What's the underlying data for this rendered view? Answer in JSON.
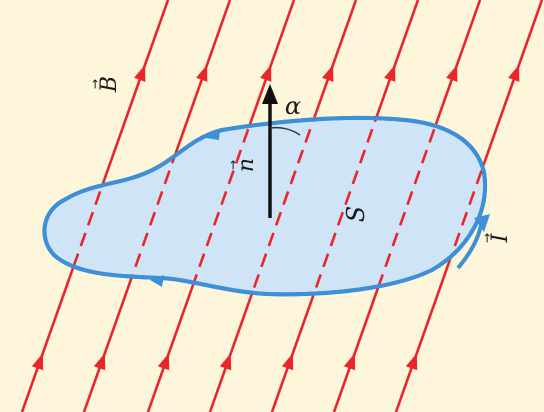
{
  "labels": {
    "field": "B",
    "normal": "n",
    "angle": "α",
    "area": "S",
    "current": "I"
  },
  "colors": {
    "background": "#fdf6da",
    "loop_fill": "#cfe4f6",
    "loop_stroke": "#3d8fd6",
    "field_lines": "#e8262b",
    "normal_vector": "#111111"
  }
}
